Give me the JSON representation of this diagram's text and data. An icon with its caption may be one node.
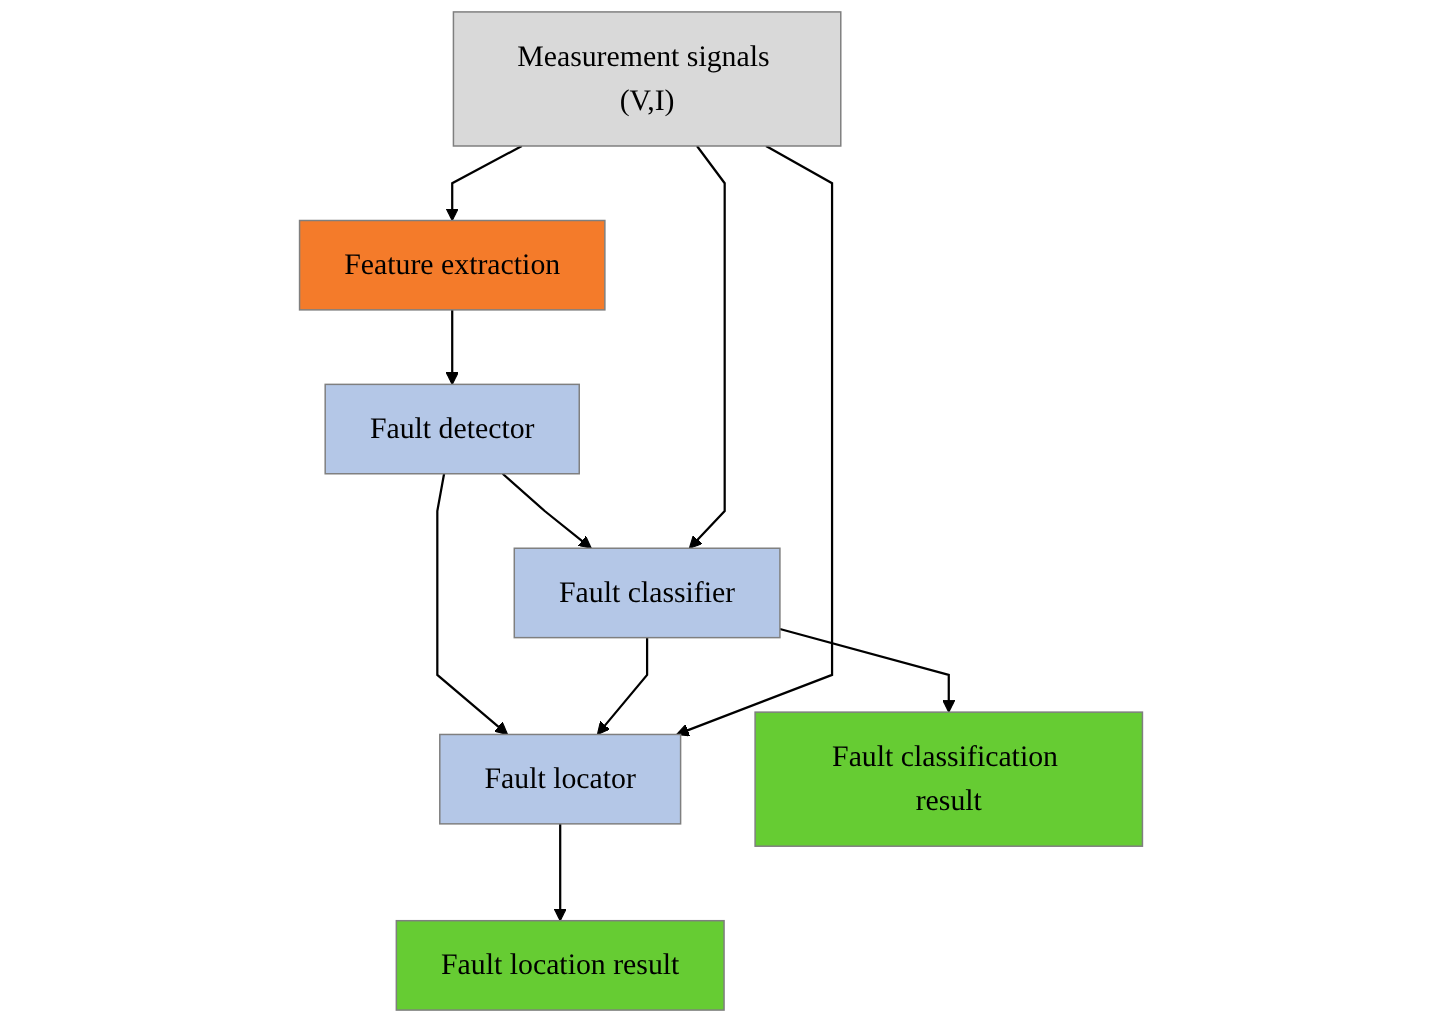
{
  "diagram": {
    "nodes": [
      {
        "text": [
          "Measurement signals (V,I)"
        ]
      },
      {
        "text": [
          "Feature extraction"
        ]
      },
      {
        "text": [
          "Fault detector"
        ]
      },
      {
        "text": [
          "Fault classifier"
        ]
      },
      {
        "text": [
          "Fault locator"
        ]
      },
      {
        "text": [
          "Fault classification result"
        ]
      },
      {
        "text": [
          "Fault location result"
        ]
      }
    ],
    "edges": [
      {
        "from": 0,
        "to": 1,
        "arrow": "to"
      },
      {
        "from": 1,
        "to": 2,
        "arrow": "to"
      },
      {
        "from": 2,
        "to": 3,
        "arrow": "to"
      },
      {
        "from": 2,
        "to": 4,
        "arrow": "to"
      },
      {
        "from": 0,
        "to": 3,
        "arrow": "to"
      },
      {
        "from": 3,
        "to": 4,
        "arrow": "to"
      },
      {
        "from": 0,
        "to": 4,
        "arrow": "to"
      },
      {
        "from": 3,
        "to": 5,
        "arrow": "to"
      },
      {
        "from": 4,
        "to": 6,
        "arrow": "to"
      }
    ]
  }
}
